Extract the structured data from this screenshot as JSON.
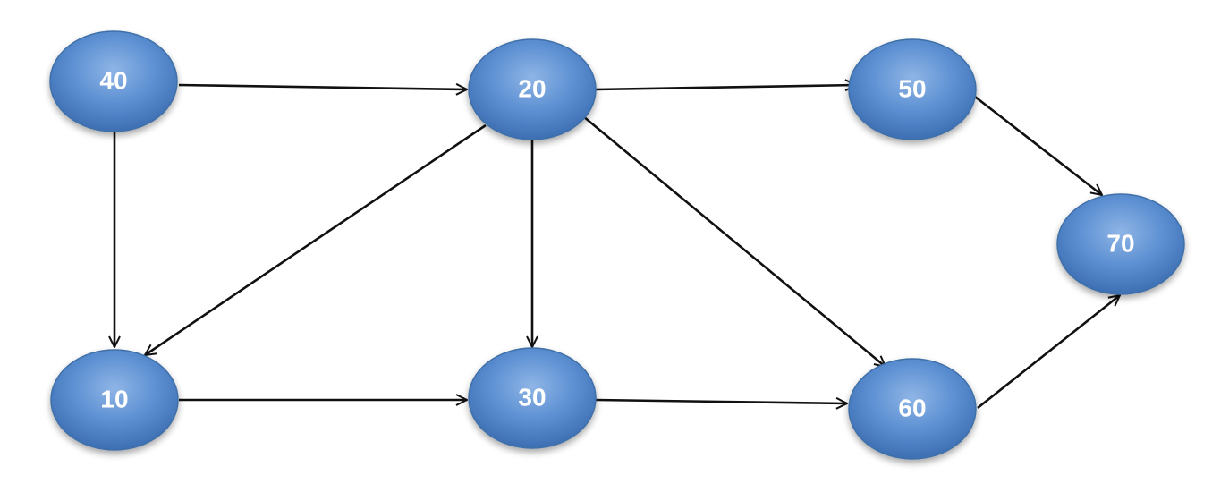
{
  "colors": {
    "node_fill_light": "#8fb5e6",
    "node_fill_mid": "#5b8fd2",
    "node_fill_dark": "#3d6eb2",
    "edge": "#111111",
    "label": "#ffffff"
  },
  "nodes": [
    {
      "id": "n40",
      "label": "40"
    },
    {
      "id": "n20",
      "label": "20"
    },
    {
      "id": "n50",
      "label": "50"
    },
    {
      "id": "n70",
      "label": "70"
    },
    {
      "id": "n10",
      "label": "10"
    },
    {
      "id": "n30",
      "label": "30"
    },
    {
      "id": "n60",
      "label": "60"
    }
  ],
  "edges": [
    {
      "from": "40",
      "to": "20"
    },
    {
      "from": "40",
      "to": "10"
    },
    {
      "from": "20",
      "to": "50"
    },
    {
      "from": "20",
      "to": "10"
    },
    {
      "from": "20",
      "to": "30"
    },
    {
      "from": "20",
      "to": "60"
    },
    {
      "from": "50",
      "to": "70"
    },
    {
      "from": "10",
      "to": "30"
    },
    {
      "from": "30",
      "to": "60"
    },
    {
      "from": "60",
      "to": "70"
    }
  ]
}
